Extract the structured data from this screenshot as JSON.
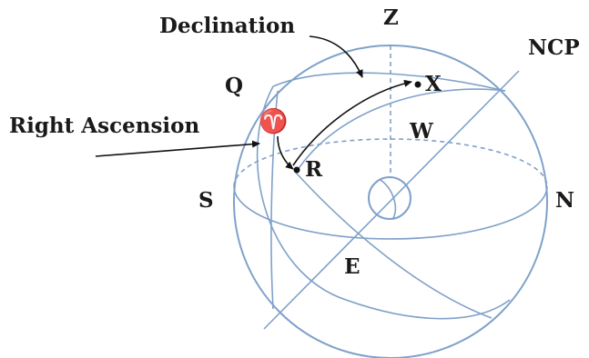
{
  "labels": {
    "declination": "Declination",
    "right_ascension": "Right Ascension",
    "zenith": "Z",
    "ncp": "NCP",
    "q": "Q",
    "x": "X",
    "w": "W",
    "r": "R",
    "s": "S",
    "n": "N",
    "e": "E",
    "aries": "♈"
  },
  "colors": {
    "sphere_lines": "#7fa1c9",
    "text": "#1a1a1a",
    "arrows": "#111111"
  }
}
